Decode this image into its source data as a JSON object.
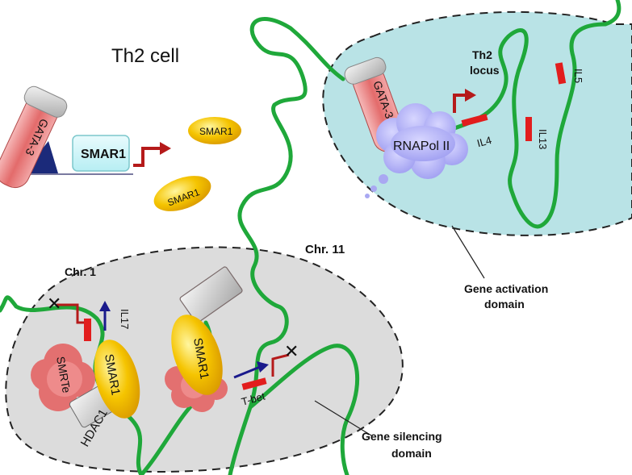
{
  "title": "Th2 cell",
  "chromosomes": {
    "chr1": "Chr. 1",
    "chr11": "Chr. 11"
  },
  "proteins": {
    "gata3_left": "GATA-3",
    "smar1_box": "SMAR1",
    "smar1_free_a": "SMAR1",
    "smar1_free_b": "SMAR1",
    "gata3_right": "GATA-3",
    "rnapol": "RNAPol II",
    "smrte": "SMRTe",
    "smar1_silencing_left": "SMAR1",
    "smar1_silencing_right": "SMAR1",
    "hdac1": "HDAC1"
  },
  "genes": {
    "th2_locus_line1": "Th2",
    "th2_locus_line2": "locus",
    "il4": "IL4",
    "il13": "IL13",
    "il5": "IL5",
    "il17": "IL17",
    "tbet": "T-bet"
  },
  "domains": {
    "activation_line1": "Gene activation",
    "activation_line2": "domain",
    "silencing_line1": "Gene silencing",
    "silencing_line2": "domain"
  },
  "colors": {
    "dna": "#1fa83a",
    "activation_bg": "#b9e3e6",
    "silencing_bg": "#dcdcdc",
    "gene_red": "#e21d1d",
    "smar1_yellow": "#f5c400",
    "gata3_pink": "#e88a8a",
    "rnapol_purple": "#a9a8f2",
    "arrow_blue": "#1a1a8c"
  }
}
